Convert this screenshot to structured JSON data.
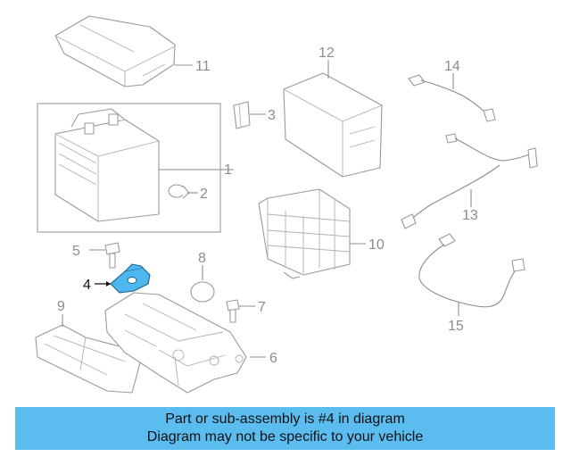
{
  "diagram": {
    "callouts": {
      "c1": "1",
      "c2": "2",
      "c3": "3",
      "c4": "4",
      "c5": "5",
      "c6": "6",
      "c7": "7",
      "c8": "8",
      "c9": "9",
      "c10": "10",
      "c11": "11",
      "c12": "12",
      "c13": "13",
      "c14": "14",
      "c15": "15"
    },
    "highlighted_part": "4",
    "highlight_color": "#4fb7f0"
  },
  "caption": {
    "line1": "Part or sub-assembly is #4 in diagram",
    "line2": "Diagram may not be specific to your vehicle",
    "background": "#5bbcf0"
  }
}
